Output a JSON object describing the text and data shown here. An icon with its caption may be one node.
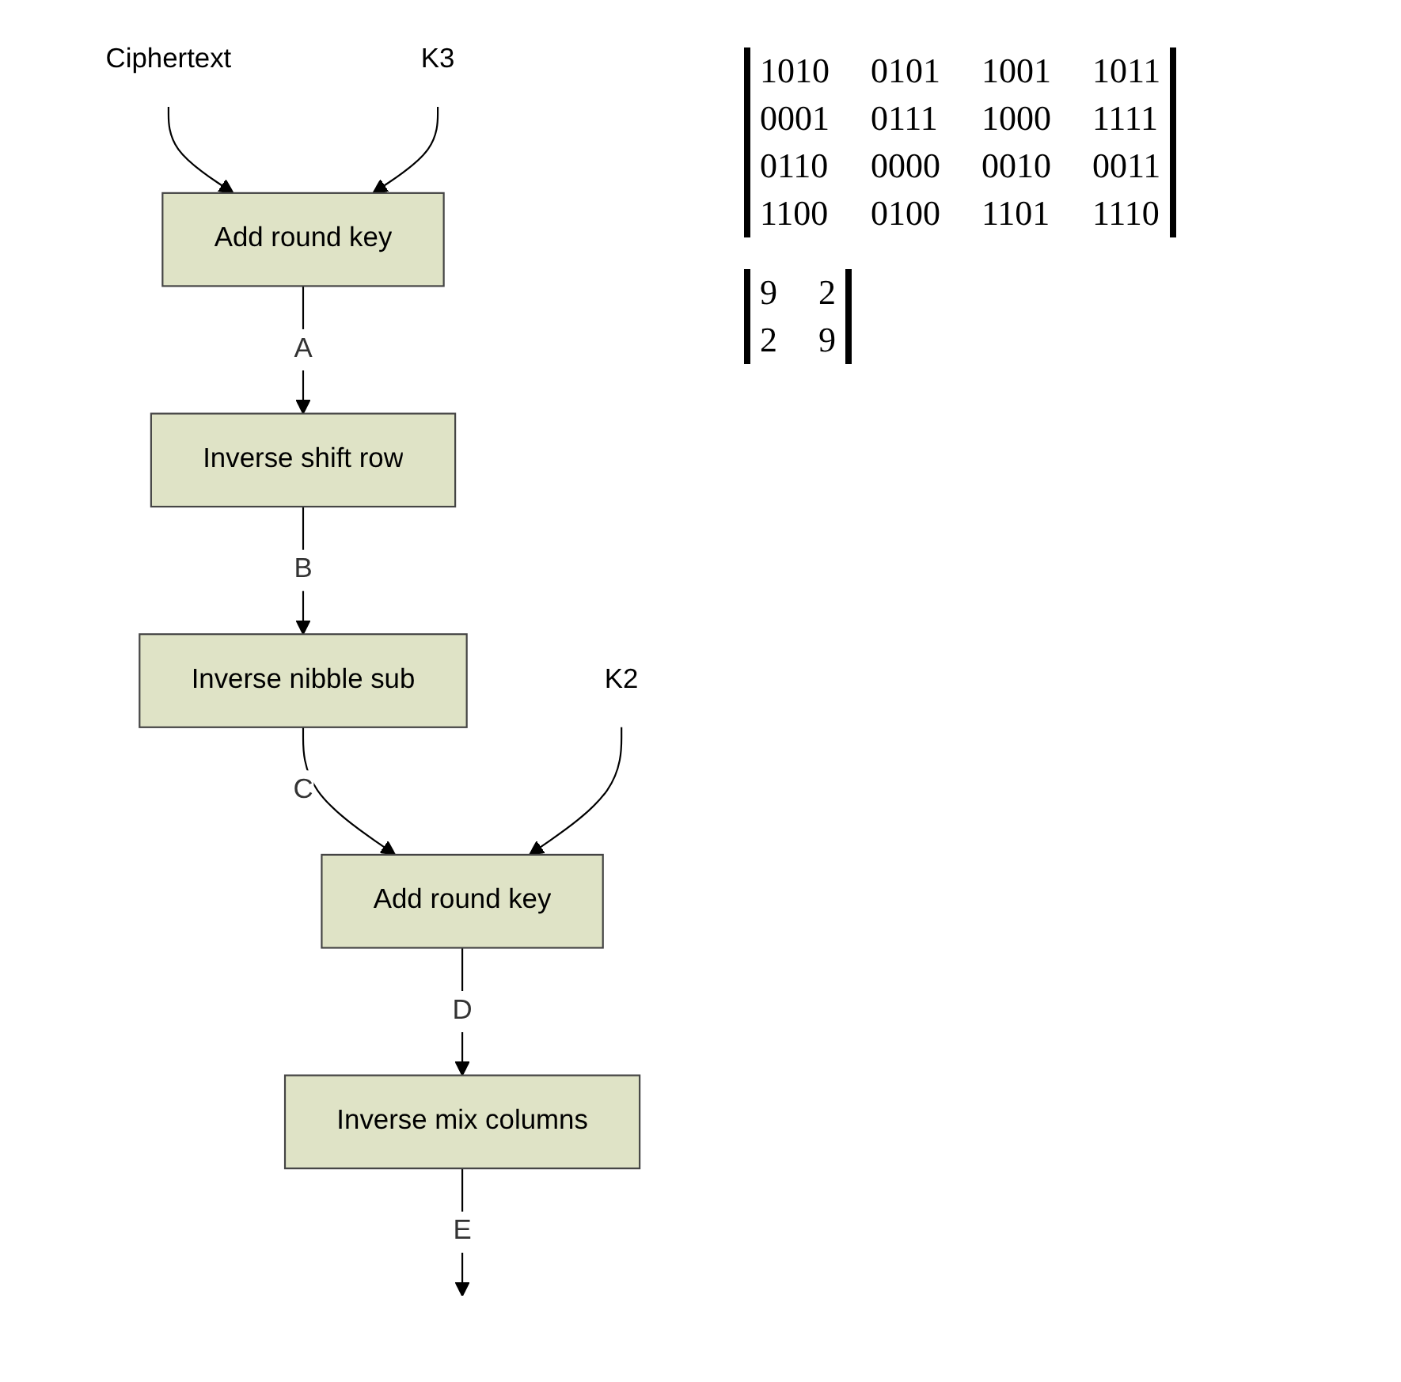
{
  "diagram": {
    "nodes": [
      {
        "text": [
          "Ciphertext"
        ]
      },
      {
        "text": [
          "K3"
        ]
      },
      {
        "text": [
          "Add round key"
        ]
      },
      {
        "text": [
          "Inverse shift row"
        ]
      },
      {
        "text": [
          "Inverse nibble sub"
        ]
      },
      {
        "text": [
          "K2"
        ]
      },
      {
        "text": [
          "Add round key"
        ]
      },
      {
        "text": [
          "Inverse mix columns"
        ]
      }
    ],
    "edges": [
      {
        "from": 0,
        "to": 2,
        "arrow": "to"
      },
      {
        "from": 1,
        "to": 2,
        "arrow": "to"
      },
      {
        "from": 2,
        "to": 3,
        "arrow": "to",
        "label": "A"
      },
      {
        "from": 3,
        "to": 4,
        "arrow": "to",
        "label": "B"
      },
      {
        "from": 4,
        "to": 6,
        "arrow": "to",
        "label": "C"
      },
      {
        "from": 5,
        "to": 6,
        "arrow": "to"
      },
      {
        "from": 6,
        "to": 7,
        "arrow": "to",
        "label": "D"
      },
      {
        "from": 7,
        "to": null,
        "arrow": "to",
        "label": "E"
      }
    ],
    "labels": [
      "1010",
      "0101",
      "1001",
      "1011",
      "0001",
      "0111",
      "1000",
      "1111",
      "0110",
      "0000",
      "0010",
      "0011",
      "1100",
      "0100",
      "1101",
      "1110",
      "9",
      "2",
      "2",
      "9"
    ]
  }
}
